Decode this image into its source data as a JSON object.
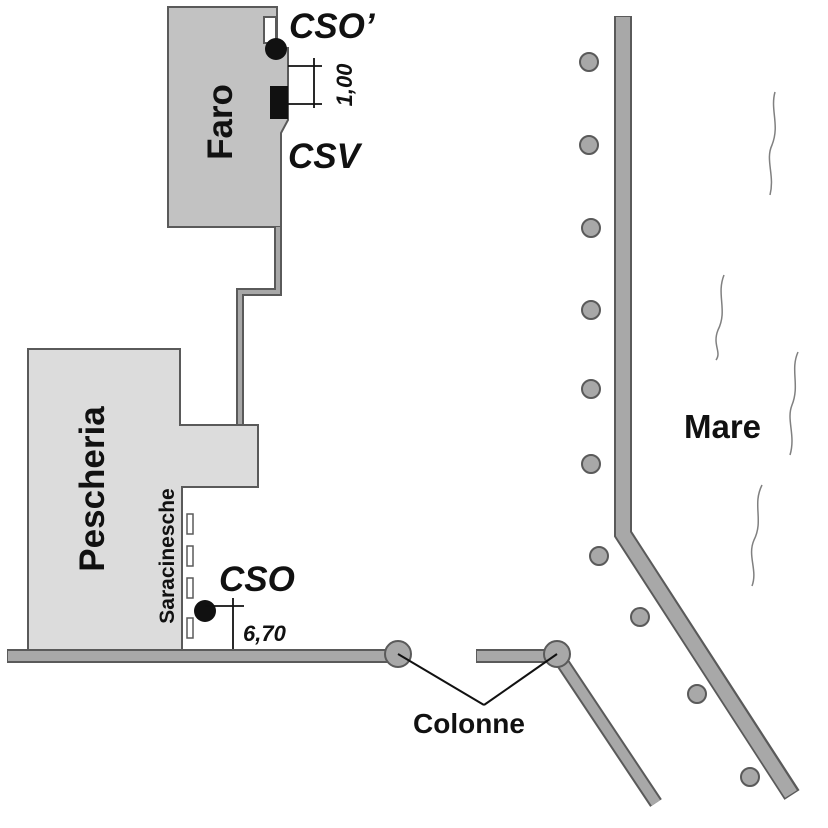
{
  "labels": {
    "faro": "Faro",
    "pescheria": "Pescheria",
    "saracinesche": "Saracinesche",
    "cso_prime": "CSO’",
    "csv": "CSV",
    "cso": "CSO",
    "dim_faro": "1,00",
    "dim_cso": "6,70",
    "mare": "Mare",
    "colonne": "Colonne"
  },
  "colors": {
    "building_faro": "#c2c2c2",
    "building_pescheria": "#dcdcdc",
    "wall": "#a8a8a8",
    "outline": "#5a5a5a",
    "marker": "#111111"
  }
}
